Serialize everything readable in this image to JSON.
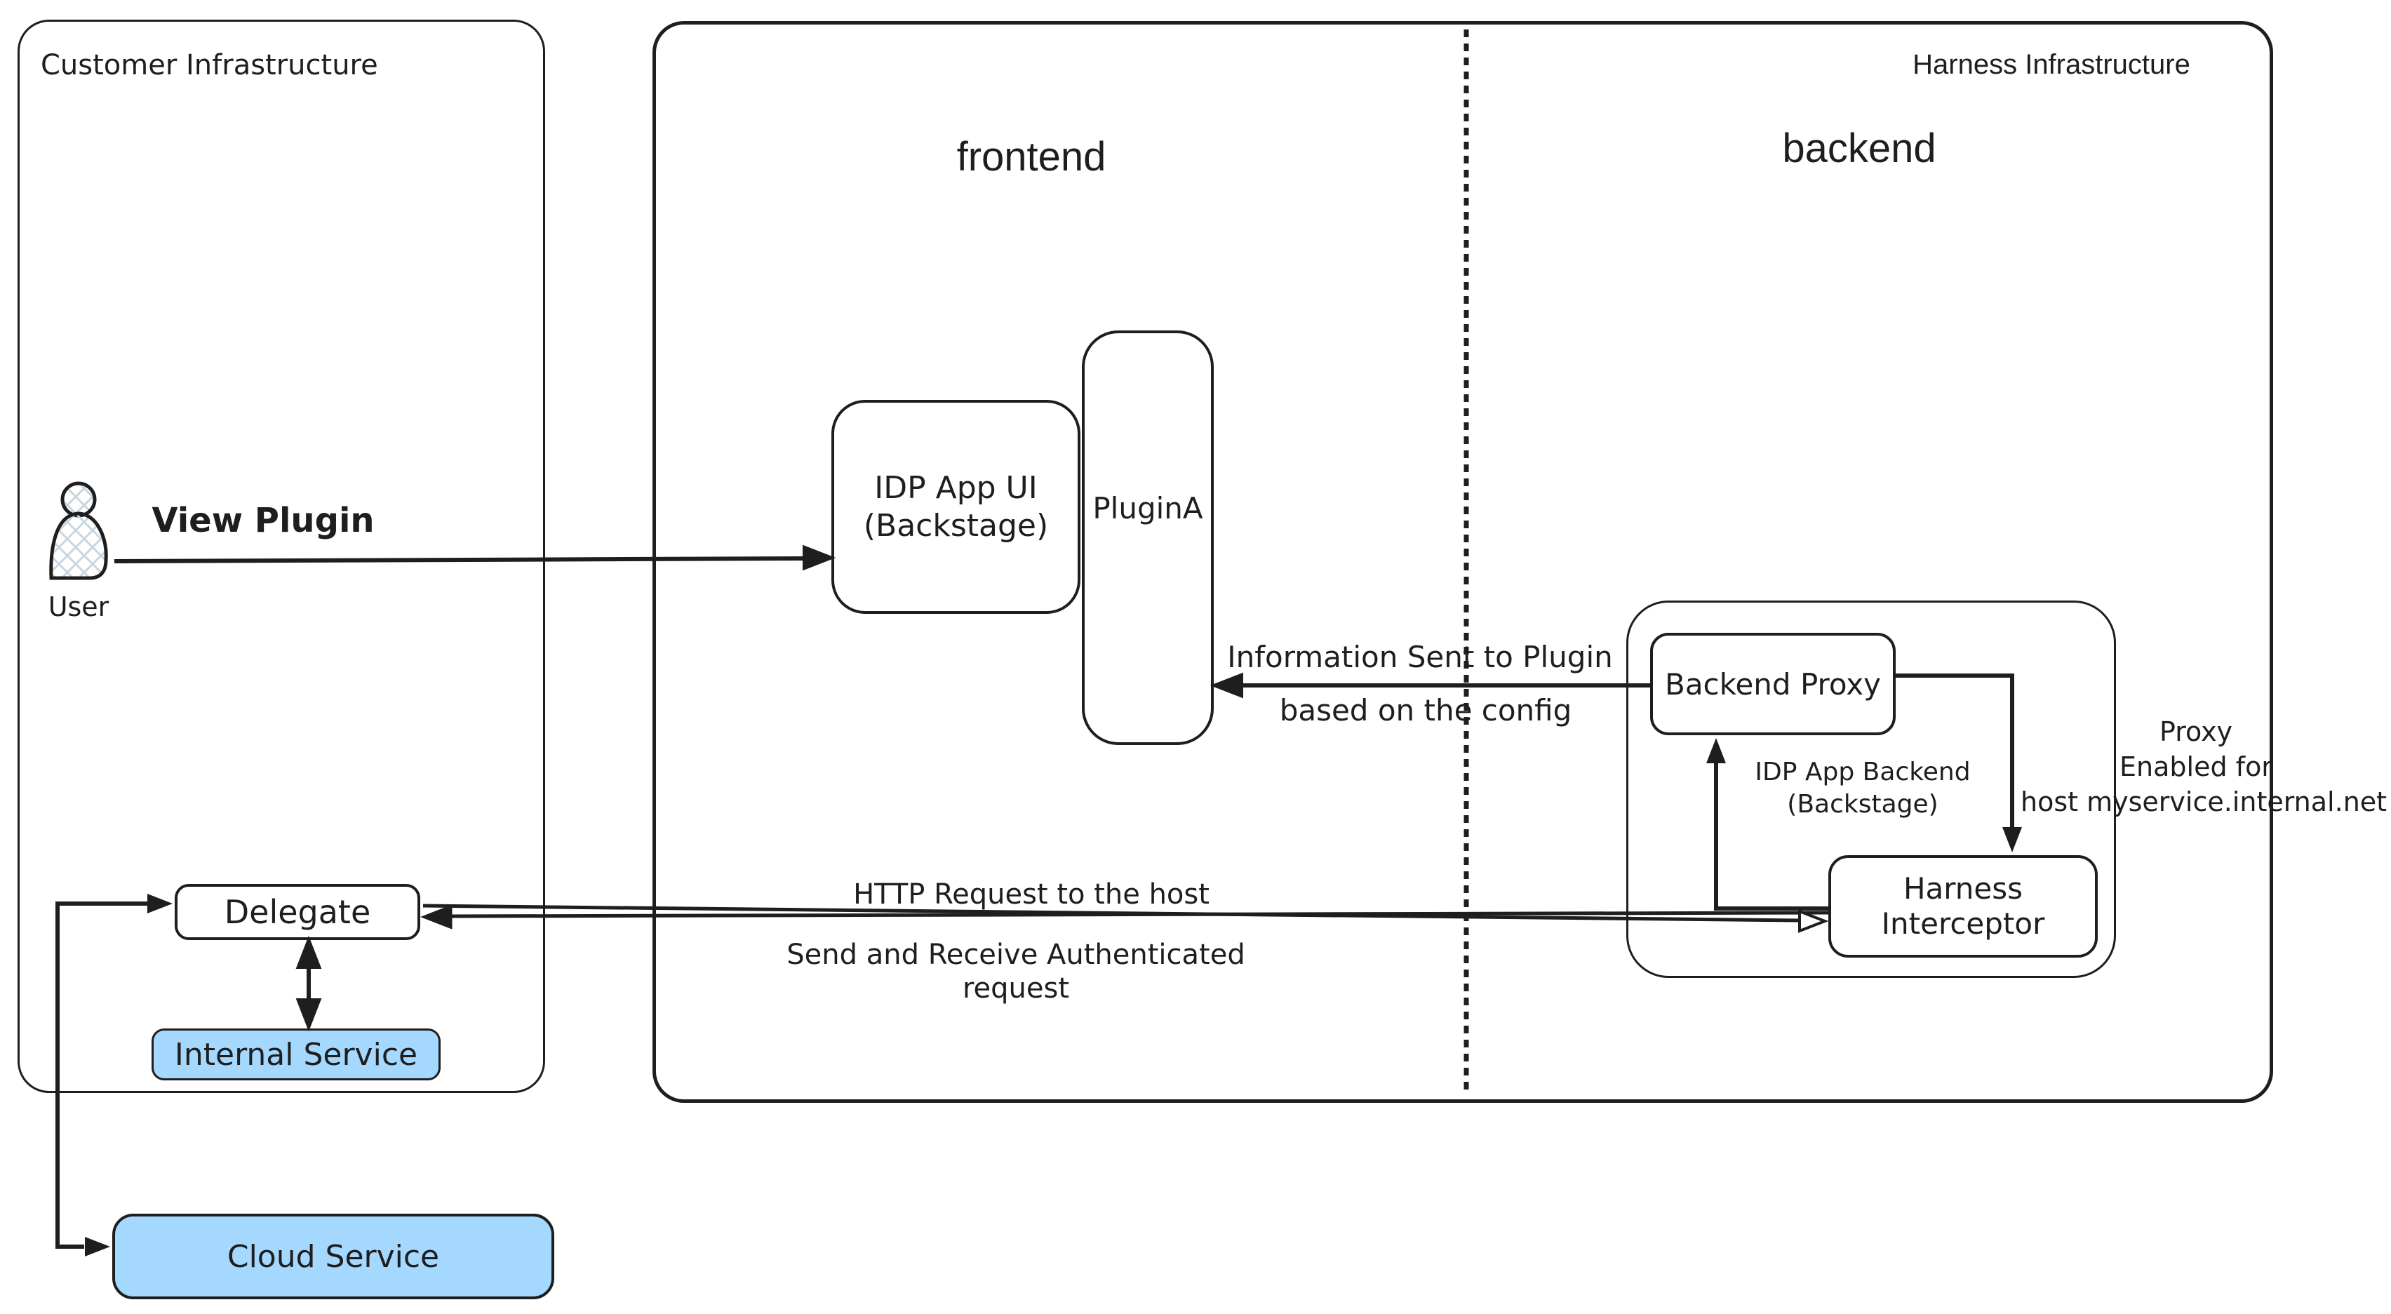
{
  "diagram": {
    "regions": {
      "customer": "Customer Infrastructure",
      "harness": "Harness Infrastructure",
      "frontend": "frontend",
      "backend": "backend"
    },
    "nodes": {
      "user": "User",
      "idp_app_ui": {
        "l1": "IDP App UI",
        "l2": "(Backstage)"
      },
      "plugin_a": "PluginA",
      "backend_proxy": "Backend Proxy",
      "idp_app_backend": {
        "l1": "IDP App Backend",
        "l2": "(Backstage)"
      },
      "harness_interceptor": {
        "l1": "Harness",
        "l2": "Interceptor"
      },
      "delegate": "Delegate",
      "internal_service": "Internal Service",
      "cloud_service": "Cloud Service"
    },
    "edges": {
      "view_plugin": "View Plugin",
      "info_line1": "Information Sent to Plugin",
      "info_line2": "based on the config",
      "http_line": "HTTP Request to the host",
      "auth_line1": "Send and Receive Authenticated",
      "auth_line2": "request",
      "proxy_line1": "Proxy",
      "proxy_line2": "Enabled for",
      "proxy_line3": "host myservice.internal.net"
    },
    "colors": {
      "stroke": "#1e1e1e",
      "service_fill": "#a5d8ff",
      "hatch": "#c9d6e0",
      "background": "#ffffff"
    }
  }
}
